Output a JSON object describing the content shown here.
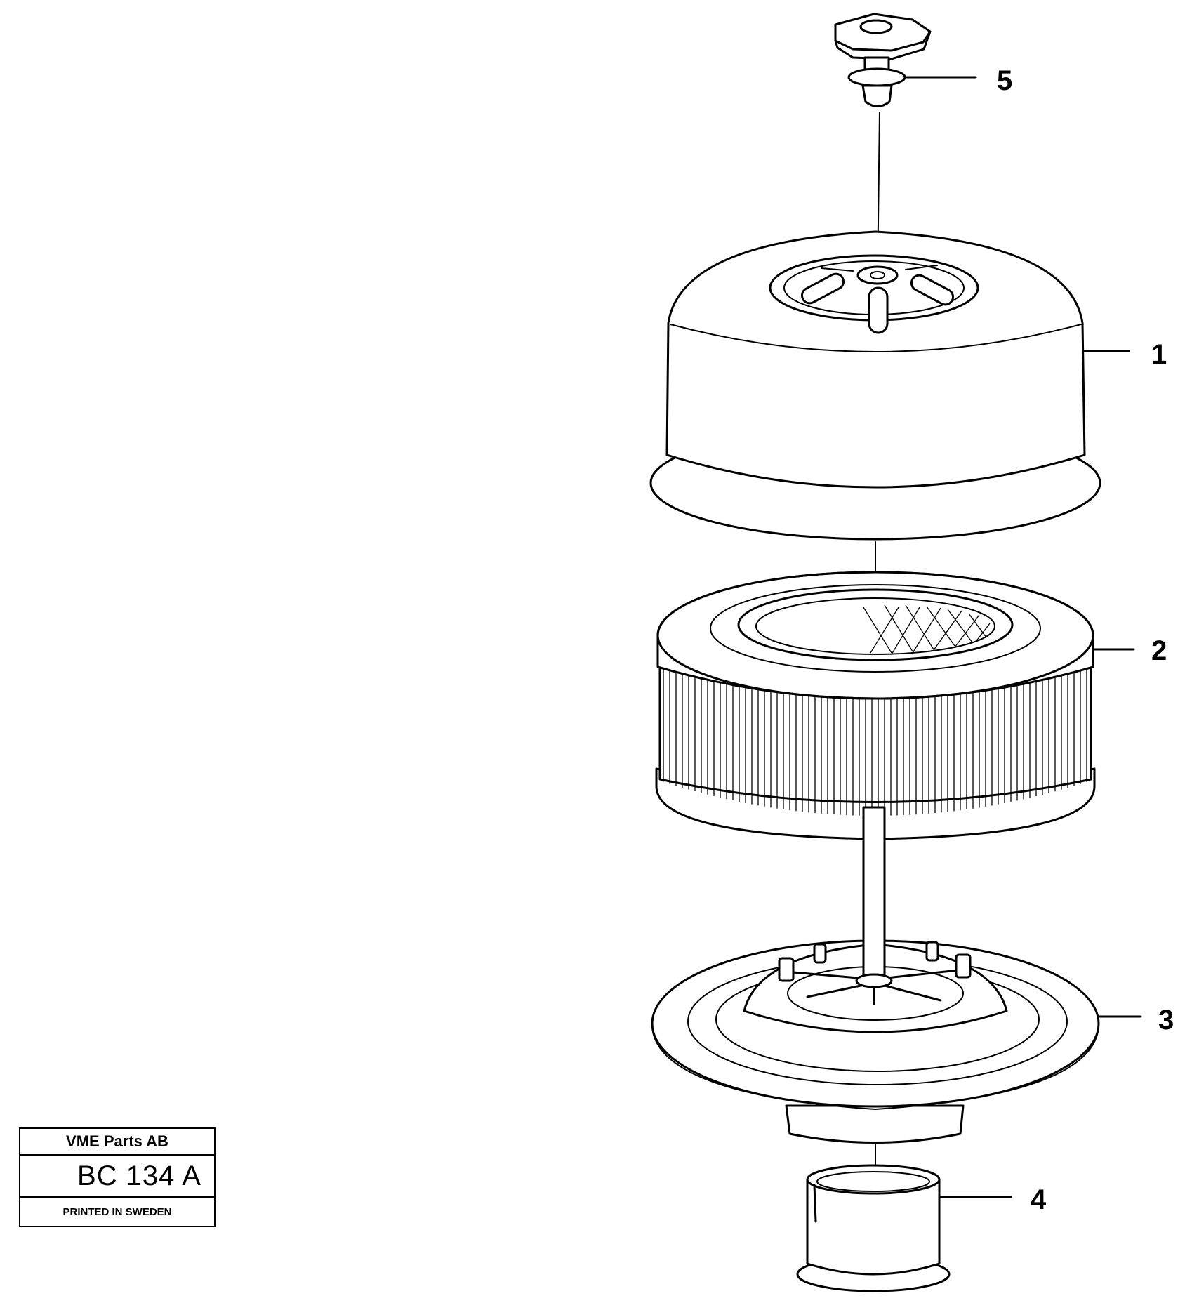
{
  "diagram": {
    "callouts": [
      {
        "id": "cover",
        "label": "1"
      },
      {
        "id": "filter-element",
        "label": "2"
      },
      {
        "id": "base-plate",
        "label": "3"
      },
      {
        "id": "sleeve",
        "label": "4"
      },
      {
        "id": "wing-nut",
        "label": "5"
      }
    ]
  },
  "title_block": {
    "company": "VME Parts AB",
    "code": "BC 134 A",
    "printed": "PRINTED IN SWEDEN"
  }
}
